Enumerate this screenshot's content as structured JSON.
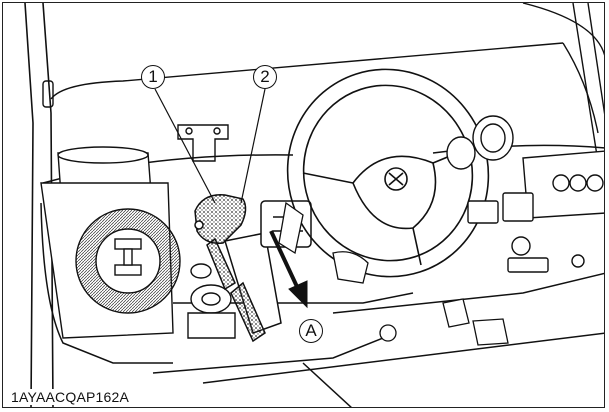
{
  "figure": {
    "callouts": [
      {
        "id": "1",
        "label": "1"
      },
      {
        "id": "2",
        "label": "2"
      },
      {
        "id": "A",
        "label": "A"
      }
    ],
    "figure_code": "1AYAACQAP162A",
    "colors": {
      "line": "#111111",
      "background": "#ffffff",
      "hatch": "#555555"
    }
  }
}
